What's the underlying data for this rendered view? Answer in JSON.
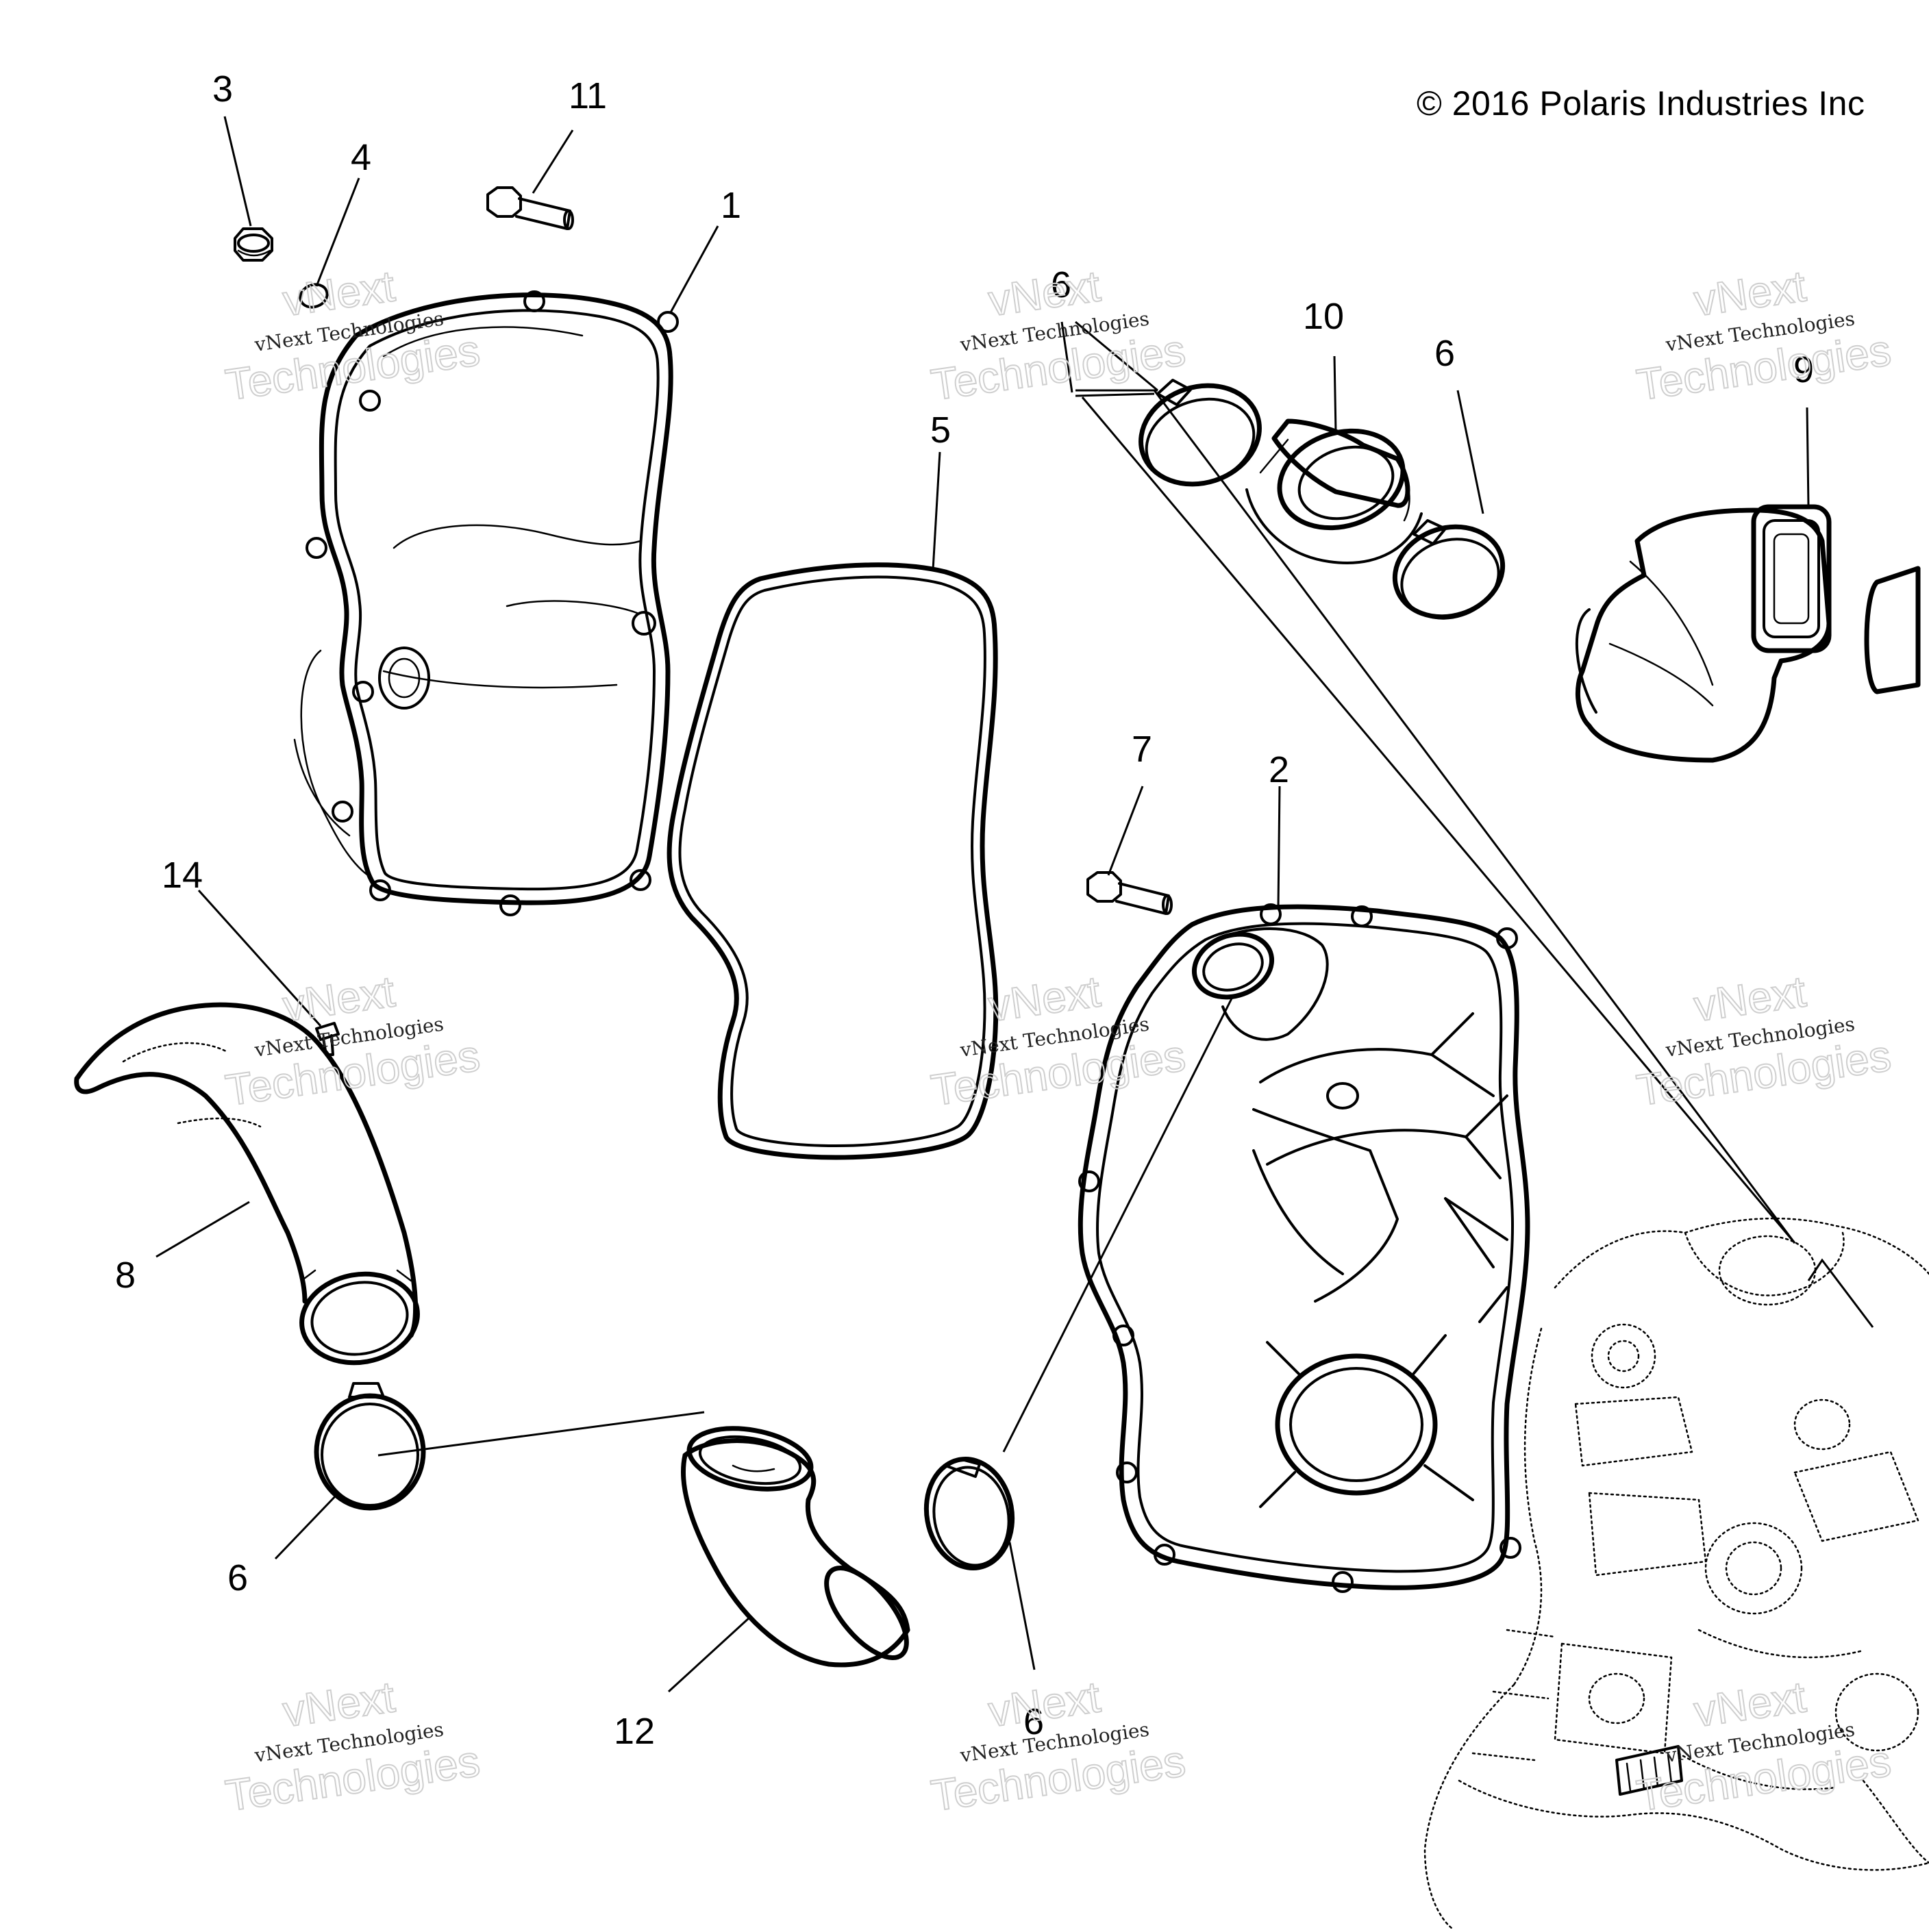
{
  "copyright": "© 2016 Polaris Industries Inc",
  "watermark": {
    "line1": "vNext Technologies",
    "line2": "vNext",
    "line3": "Technologies"
  },
  "callouts": {
    "c1": "1",
    "c2": "2",
    "c3": "3",
    "c4": "4",
    "c5": "5",
    "c6a": "6",
    "c6b": "6",
    "c6c": "6",
    "c6d": "6",
    "c7": "7",
    "c8": "8",
    "c9": "9",
    "c10": "10",
    "c11": "11",
    "c12": "12",
    "c14": "14"
  }
}
